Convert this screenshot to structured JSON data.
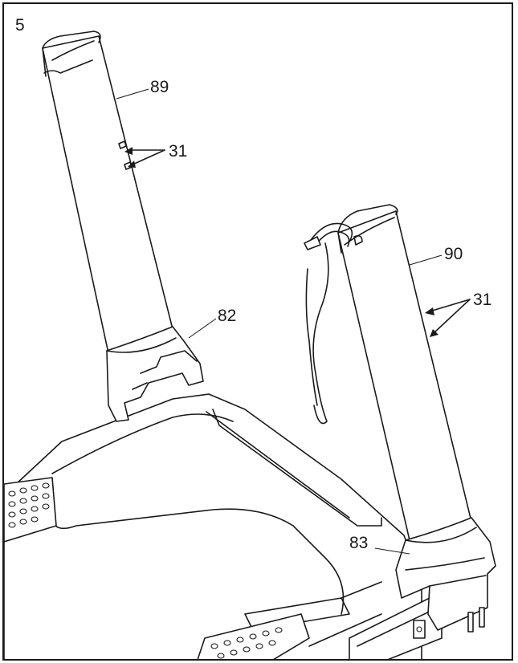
{
  "step_number": "5",
  "labels": {
    "left_upright": "89",
    "left_screws": "31",
    "left_cover": "82",
    "right_upright": "90",
    "right_screws": "31",
    "right_cover": "83"
  }
}
